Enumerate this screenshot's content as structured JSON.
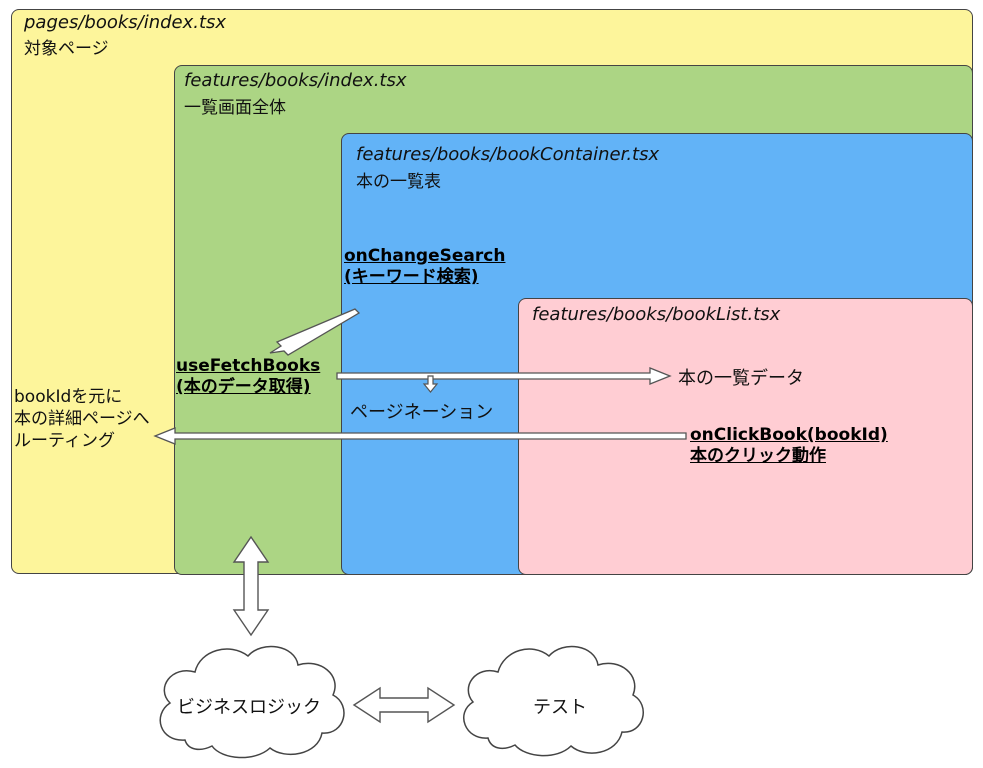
{
  "boxes": {
    "pages": {
      "path": "pages/books/index.tsx",
      "desc": "対象ページ"
    },
    "features": {
      "path": "features/books/index.tsx",
      "desc": "一覧画面全体"
    },
    "container": {
      "path": "features/books/bookContainer.tsx",
      "desc": "本の一覧表"
    },
    "list": {
      "path": "features/books/bookList.tsx"
    }
  },
  "functions": {
    "on_change_search": {
      "name": "onChangeSearch",
      "desc": "(キーワード検索)"
    },
    "use_fetch_books": {
      "name": "useFetchBooks",
      "desc": "(本のデータ取得)"
    },
    "on_click_book": {
      "name": "onClickBook(bookId)",
      "desc": "本のクリック動作"
    }
  },
  "labels": {
    "book_list_data": "本の一覧データ",
    "pagination": "ページネーション",
    "routing": [
      "bookIdを元に",
      "本の詳細ページへ",
      "ルーティング"
    ]
  },
  "clouds": {
    "business_logic": "ビジネスロジック",
    "test": "テスト"
  },
  "colors": {
    "pages": "#fdf59b",
    "features": "#acd584",
    "container": "#62b3f7",
    "list": "#ffcdd3"
  }
}
